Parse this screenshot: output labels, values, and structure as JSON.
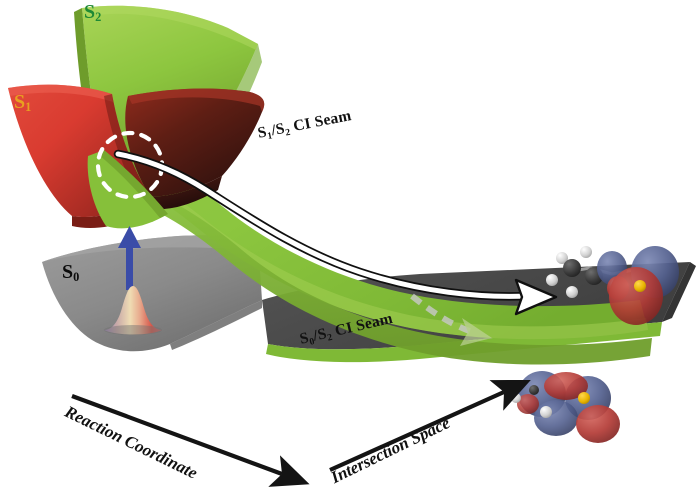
{
  "figure": {
    "domain": "scientific-schematic",
    "description": "Potential energy surface schematic showing S0, S1 and S2 adiabatic surfaces, conical intersection seams and a non-adiabatic relaxation pathway"
  },
  "surfaces": [
    {
      "id": "s2",
      "label": "S",
      "sub": "2",
      "color": "#8DC63F",
      "label_color": "#1f8a35"
    },
    {
      "id": "s1",
      "label": "S",
      "sub": "1",
      "color": "#D93B30",
      "label_color": "#e8a020"
    },
    {
      "id": "s0",
      "label": "S",
      "sub": "0",
      "color": "#8C8C8C",
      "label_color": "#0b0b0b"
    }
  ],
  "seams": [
    {
      "id": "s1s2",
      "text": "S",
      "sub1": "1",
      "slash": "/S",
      "sub2": "2",
      "tail": " CI  Seam",
      "full": "S1/S2 CI Seam"
    },
    {
      "id": "s0s2",
      "text": "S",
      "sub1": "0",
      "slash": "/S",
      "sub2": "2",
      "tail": " CI  Seam",
      "full": "S0/S2 CI Seam"
    }
  ],
  "axes": [
    {
      "id": "reaction-coordinate",
      "label": "Reaction Coordinate",
      "direction": "down-right"
    },
    {
      "id": "intersection-space",
      "label": "Intersection Space",
      "direction": "up-right"
    }
  ],
  "annotations": {
    "ci_circle": "conical-intersection-highlight",
    "excitation_arrow": "vertical-excitation",
    "relaxation_path": "white-trajectory-path",
    "branching_path": "dashed-branching-path"
  },
  "colors": {
    "green": "#8DC63F",
    "green_dark": "#6B9B2A",
    "green_light": "#A6D455",
    "red": "#D93B30",
    "red_dark": "#7A2418",
    "red_darkest": "#341210",
    "gray": "#8C8C8C",
    "gray_dark": "#4A4A4A",
    "gray_light": "#A8A8A8",
    "blue_arrow": "#3A4CA8",
    "white": "#FFFFFF",
    "black": "#111111",
    "orbital_red": "#B33A35",
    "orbital_blue": "#53608F",
    "atom_carbon": "#3A3A3A",
    "atom_hydrogen": "#D8D8D8",
    "atom_sulfur": "#E8B400"
  }
}
